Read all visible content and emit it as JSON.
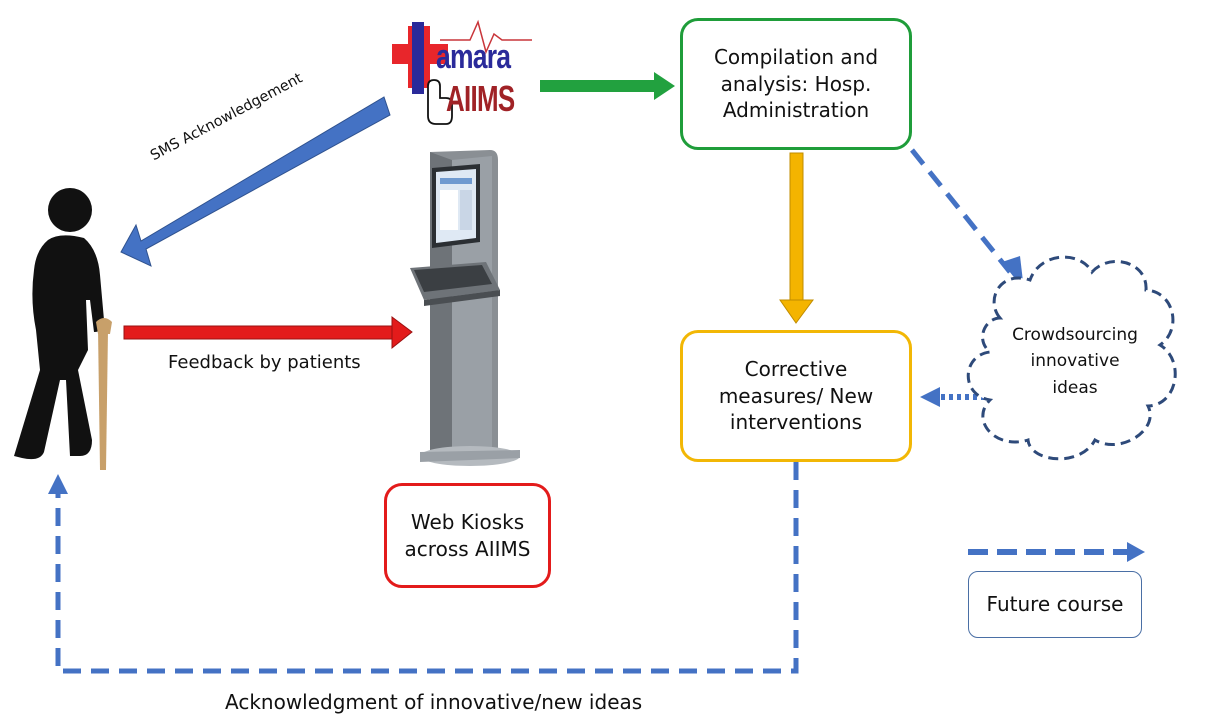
{
  "logo": {
    "line1": "amara",
    "line2": "AIIMS"
  },
  "boxes": {
    "compilation": "Compilation and\nanalysis: Hosp.\nAdministration",
    "corrective": "Corrective\nmeasures/ New\ninterventions",
    "kiosk": "Web Kiosks\nacross AIIMS",
    "crowdsourcing": "Crowdsourcing\ninnovative\nideas",
    "legend": "Future course"
  },
  "labels": {
    "sms": "SMS Acknowledgement",
    "feedback": "Feedback by patients",
    "acknowledgment": "Acknowledgment of innovative/new ideas"
  },
  "colors": {
    "green": "#22a13f",
    "gold": "#f4b400",
    "red": "#e31b1b",
    "blue": "#4472c4",
    "dashed_blue": "#4472c4",
    "cloud": "#2e4a7a"
  },
  "icons": {
    "patient": "elderly-person-with-cane-icon",
    "kiosk": "web-kiosk-terminal-icon",
    "logo": "hamara-aiims-logo",
    "cloud": "cloud-icon"
  }
}
